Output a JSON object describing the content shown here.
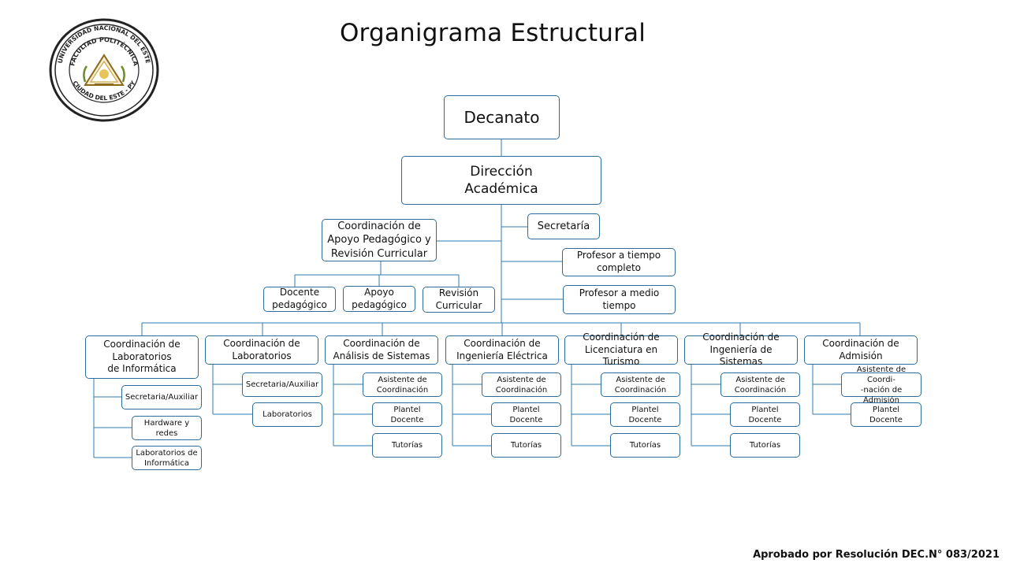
{
  "title": "Organigrama Estructural",
  "footer": "Aprobado por Resolución DEC.N° 083/2021",
  "logo": {
    "outer_text": "UNIVERSIDAD NACIONAL DEL ESTE",
    "inner_text": "FACULTAD POLITÉCNICA",
    "bottom_text": "CIUDAD DEL ESTE - PY"
  },
  "colors": {
    "line": "#2f7bb0",
    "box_border": "#2b6d9a"
  },
  "nodes": {
    "decanato": "Decanato",
    "direccion": "Dirección\nAcadémica",
    "coord_apoyo": "Coordinación de\nApoyo Pedagógico y\nRevisión Curricular",
    "secretaria": "Secretaría",
    "prof_completo": "Profesor a tiempo\ncompleto",
    "prof_medio": "Profesor a medio\ntiempo",
    "docente_ped": "Docente\npedagógico",
    "apoyo_ped": "Apoyo\npedagógico",
    "revision": "Revisión\nCurricular",
    "c_lab_inf": "Coordinación de\nLaboratorios\nde Informática",
    "c_lab": "Coordinación de\nLaboratorios",
    "c_analisis": "Coordinación de\nAnálisis de Sistemas",
    "c_electrica": "Coordinación de\nIngeniería Eléctrica",
    "c_turismo": "Coordinación de\nLicenciatura en Turismo",
    "c_sistemas": "Coordinación de\nIngeniería de Sistemas",
    "c_admision": "Coordinación de\nAdmisión",
    "li_secretaria": "Secretaria/Auxiliar",
    "li_hardware": "Hardware y redes",
    "li_labinf": "Laboratorios de\nInformática",
    "l_secretaria": "Secretaria/Auxiliar",
    "l_labs": "Laboratorios",
    "as_asistente": "Asistente de\nCoordinación",
    "as_plantel": "Plantel\nDocente",
    "as_tutorias": "Tutorías",
    "ie_asistente": "Asistente de\nCoordinación",
    "ie_plantel": "Plantel\nDocente",
    "ie_tutorias": "Tutorías",
    "lt_asistente": "Asistente de\nCoordinación",
    "lt_plantel": "Plantel\nDocente",
    "lt_tutorias": "Tutorías",
    "is_asistente": "Asistente de\nCoordinación",
    "is_plantel": "Plantel\nDocente",
    "is_tutorias": "Tutorías",
    "ad_asistente": "Asistente de Coordi-\n-nación de Admisión",
    "ad_plantel": "Plantel\nDocente"
  }
}
